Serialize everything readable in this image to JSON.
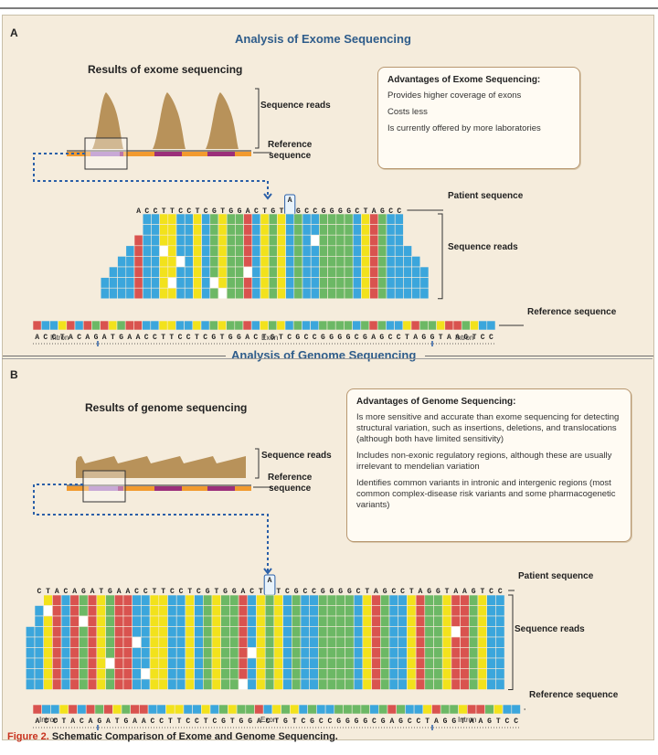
{
  "exome": {
    "letter": "A",
    "title": "Analysis of Exome Sequencing",
    "results_title": "Results of exome sequencing",
    "sequence_reads_label": "Sequence reads",
    "reference_label": "Reference\nsequence",
    "advantages_title": "Advantages of Exome Sequencing:",
    "advantages": [
      "Provides higher coverage of exons",
      "Costs less",
      "Is currently offered by more laboratories"
    ],
    "variant_base": "A",
    "patient_sequence_label": "Patient sequence",
    "reads_label": "Sequence reads",
    "reference_sequence_label": "Reference sequence",
    "patient_sequence": "ACCTTCCTCGTGGACTGTCGCCGGGGCTAGCC",
    "reference_sequence": "ACCTACAGATGAACCTTCCTCGTGGACTGTCGCCGGGGCGAGCCTAGGTAAGTCC",
    "region_labels": [
      "Intron",
      "Exon",
      "Intron"
    ]
  },
  "genome": {
    "letter": "B",
    "title": "Analysis of Genome Sequencing",
    "results_title": "Results of genome sequencing",
    "sequence_reads_label": "Sequence reads",
    "reference_label": "Reference\nsequence",
    "advantages_title": "Advantages of Genome Sequencing:",
    "advantages": [
      "Is more sensitive and accurate than exome sequencing for detecting structural variation, such as insertions, deletions, and translocations (although both have limited sensitivity)",
      "Includes non-exonic regulatory regions, although these are usually irrelevant to mendelian variation",
      "Identifies common variants in intronic and intergenic regions (most common complex-disease risk variants and some pharmacogenetic variants)"
    ],
    "variant_base": "A",
    "patient_sequence_label": "Patient sequence",
    "reads_label": "Sequence reads",
    "reference_sequence_label": "Reference sequence",
    "patient_sequence": "CTACAGATGAACCTTCCTCGTGGACTGTCGCCGGGGCTAGCCTAGGTAAGTCC",
    "reference_sequence": "ACCTACAGATGAACCTTCCTCGTGGACTGTCGCCGGGGCGAGCCTAGGTAAGTCC",
    "region_labels": [
      "Intron",
      "Exon",
      "Intron"
    ]
  },
  "caption": {
    "figure": "Figure 2.",
    "text": " Schematic Comparison of Exome and Genome Sequencing."
  },
  "colors": {
    "A": "#d9534f",
    "C": "#3ba6dc",
    "G": "#6cb865",
    "T": "#f2e21c",
    "coverage": "#b8925a",
    "reference_bar": "#f29a2e",
    "exon_bar": "#9b2f7a",
    "connector": "#2a5fa8"
  }
}
